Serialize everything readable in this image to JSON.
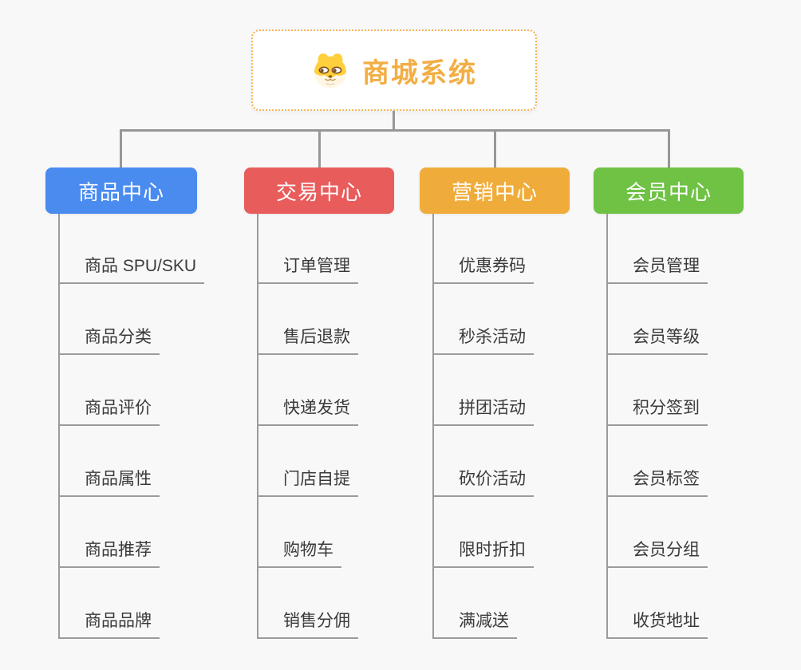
{
  "page": {
    "background_color": "#F8F8F8",
    "connector_color": "#979797"
  },
  "root": {
    "title": "商城系统",
    "icon": "dog-face-icon",
    "text_color": "#F2AE44",
    "border_color": "#F6B352"
  },
  "branches": [
    {
      "label": "商品中心",
      "color": "#4A8BF0",
      "children": [
        "商品 SPU/SKU",
        "商品分类",
        "商品评价",
        "商品属性",
        "商品推荐",
        "商品品牌"
      ]
    },
    {
      "label": "交易中心",
      "color": "#E85C5C",
      "children": [
        "订单管理",
        "售后退款",
        "快递发货",
        "门店自提",
        "购物车",
        "销售分佣"
      ]
    },
    {
      "label": "营销中心",
      "color": "#F0AC3B",
      "children": [
        "优惠券码",
        "秒杀活动",
        "拼团活动",
        "砍价活动",
        "限时折扣",
        "满减送"
      ]
    },
    {
      "label": "会员中心",
      "color": "#6FC244",
      "children": [
        "会员管理",
        "会员等级",
        "积分签到",
        "会员标签",
        "会员分组",
        "收货地址"
      ]
    }
  ]
}
